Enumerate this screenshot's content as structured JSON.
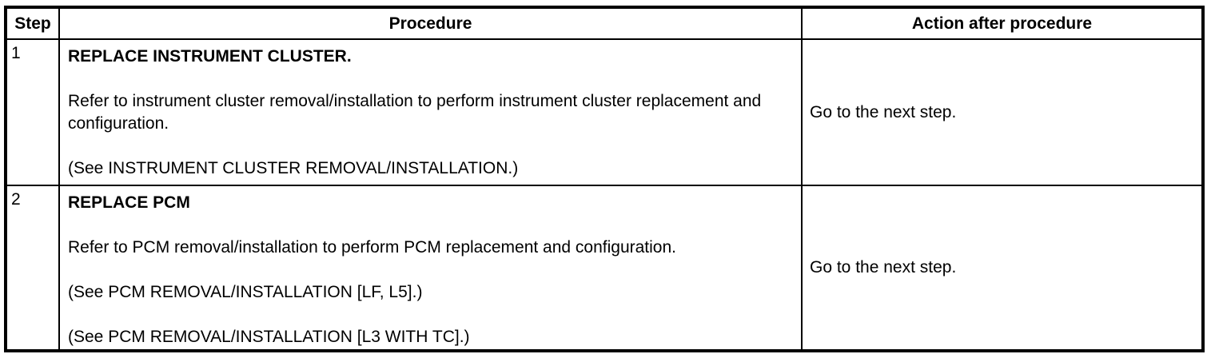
{
  "page": {
    "background_color": "#ffffff",
    "text_color": "#000000",
    "border_color": "#000000"
  },
  "table": {
    "headers": [
      "Step",
      "Procedure",
      "Action after procedure"
    ],
    "rows": [
      {
        "step": "1",
        "title": "REPLACE INSTRUMENT CLUSTER.",
        "body": "Refer to instrument cluster removal/installation to perform instrument cluster replacement and configuration.",
        "references": [
          "(See INSTRUMENT CLUSTER REMOVAL/INSTALLATION.)"
        ],
        "action": "Go to the next step."
      },
      {
        "step": "2",
        "title": "REPLACE PCM",
        "body": "Refer to PCM removal/installation to perform PCM replacement and configuration.",
        "references": [
          "(See PCM REMOVAL/INSTALLATION [LF, L5].)",
          "(See PCM REMOVAL/INSTALLATION [L3 WITH TC].)"
        ],
        "action": "Go to the next step."
      }
    ]
  }
}
